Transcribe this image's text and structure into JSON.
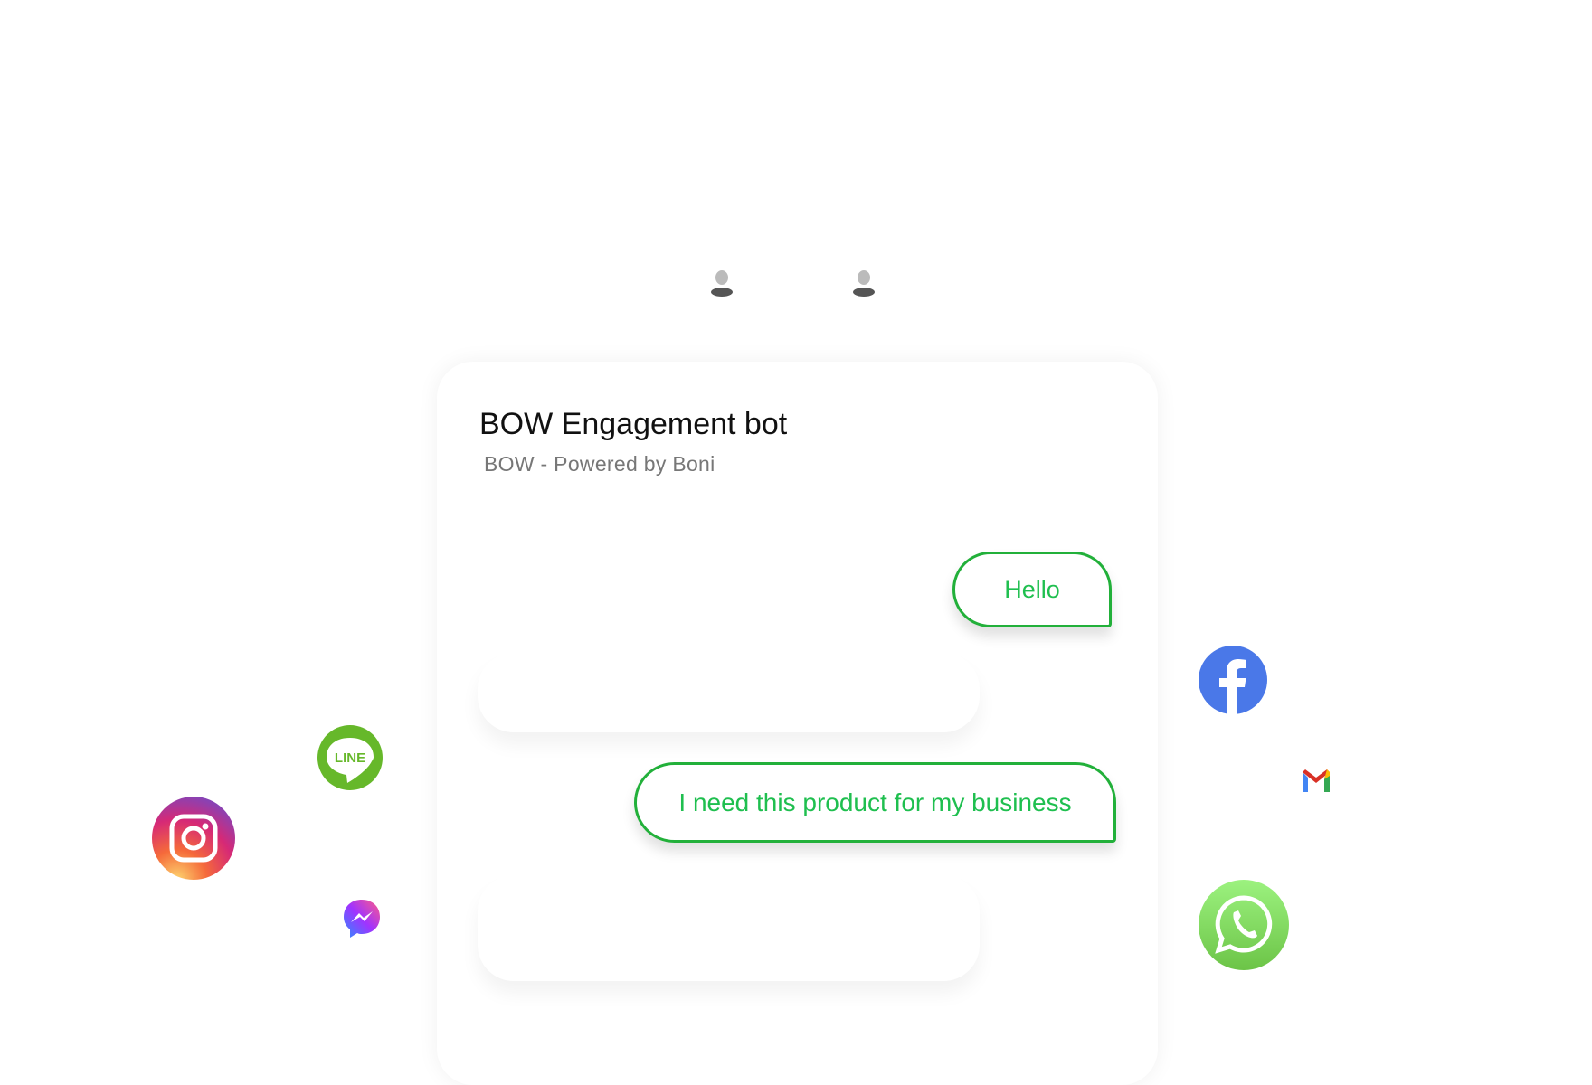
{
  "header": {
    "title": "BOW Engagement bot",
    "subtitle": "BOW - Powered by Boni"
  },
  "messages": [
    {
      "from": "user",
      "text": "Hello"
    },
    {
      "from": "bot",
      "text": ""
    },
    {
      "from": "user",
      "text": "I need this product for my business"
    },
    {
      "from": "bot",
      "text": ""
    }
  ],
  "channels": [
    "facebook-icon",
    "gmail-icon",
    "whatsapp-icon",
    "line-icon",
    "instagram-icon",
    "messenger-icon"
  ],
  "colors": {
    "accent": "#22b03a",
    "text_green": "#1fbf4f",
    "facebook": "#4a78e8",
    "line": "#66b82a",
    "whatsapp": "#7dd35c"
  },
  "icons": {
    "line_text": "LINE"
  }
}
